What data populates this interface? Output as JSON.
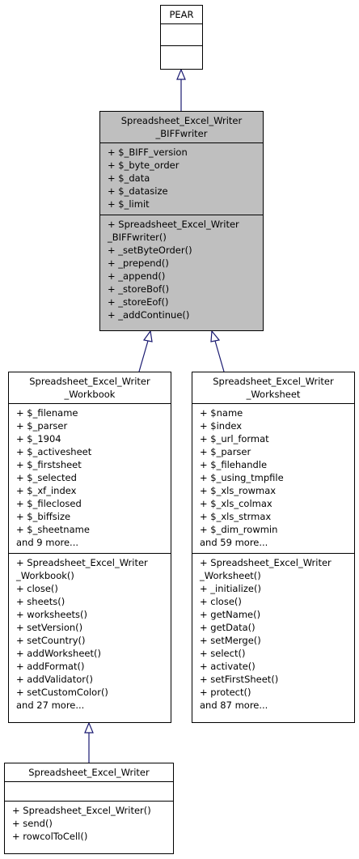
{
  "classes": {
    "pear": {
      "name_lines": [
        "PEAR"
      ],
      "attributes": [],
      "methods": []
    },
    "biffwriter": {
      "name_lines": [
        "Spreadsheet_Excel_Writer",
        "_BIFFwriter"
      ],
      "attributes": [
        "+ $_BIFF_version",
        "+ $_byte_order",
        "+ $_data",
        "+ $_datasize",
        "+ $_limit"
      ],
      "methods": [
        "+ Spreadsheet_Excel_Writer",
        "_BIFFwriter()",
        "+ _setByteOrder()",
        "+ _prepend()",
        "+ _append()",
        "+ _storeBof()",
        "+ _storeEof()",
        "+ _addContinue()"
      ]
    },
    "workbook": {
      "name_lines": [
        "Spreadsheet_Excel_Writer",
        "_Workbook"
      ],
      "attributes": [
        "+ $_filename",
        "+ $_parser",
        "+ $_1904",
        "+ $_activesheet",
        "+ $_firstsheet",
        "+ $_selected",
        "+ $_xf_index",
        "+ $_fileclosed",
        "+ $_biffsize",
        "+ $_sheetname",
        "and 9 more..."
      ],
      "methods": [
        "+ Spreadsheet_Excel_Writer",
        "_Workbook()",
        "+ close()",
        "+ sheets()",
        "+ worksheets()",
        "+ setVersion()",
        "+ setCountry()",
        "+ addWorksheet()",
        "+ addFormat()",
        "+ addValidator()",
        "+ setCustomColor()",
        "and 27 more..."
      ]
    },
    "worksheet": {
      "name_lines": [
        "Spreadsheet_Excel_Writer",
        "_Worksheet"
      ],
      "attributes": [
        "+ $name",
        "+ $index",
        "+ $_url_format",
        "+ $_parser",
        "+ $_filehandle",
        "+ $_using_tmpfile",
        "+ $_xls_rowmax",
        "+ $_xls_colmax",
        "+ $_xls_strmax",
        "+ $_dim_rowmin",
        "and 59 more..."
      ],
      "methods": [
        "+ Spreadsheet_Excel_Writer",
        "_Worksheet()",
        "+ _initialize()",
        "+ close()",
        "+ getName()",
        "+ getData()",
        "+ setMerge()",
        "+ select()",
        "+ activate()",
        "+ setFirstSheet()",
        "+ protect()",
        "and 87 more..."
      ]
    },
    "writer": {
      "name_lines": [
        "Spreadsheet_Excel_Writer"
      ],
      "attributes": [],
      "methods": [
        "+ Spreadsheet_Excel_Writer()",
        "+ send()",
        "+ rowcolToCell()"
      ]
    }
  },
  "relations": [
    {
      "type": "inheritance",
      "child": "biffwriter",
      "parent": "pear"
    },
    {
      "type": "inheritance",
      "child": "workbook",
      "parent": "biffwriter"
    },
    {
      "type": "inheritance",
      "child": "worksheet",
      "parent": "biffwriter"
    },
    {
      "type": "inheritance",
      "child": "writer",
      "parent": "workbook"
    }
  ],
  "colors": {
    "highlighted_class_fill": "#bfbfbf",
    "class_fill": "#ffffff",
    "edge": "#191970"
  }
}
